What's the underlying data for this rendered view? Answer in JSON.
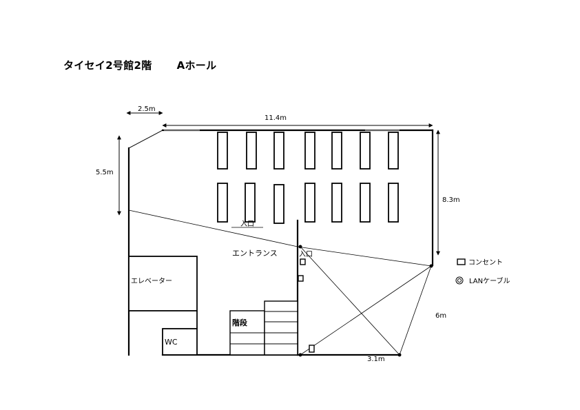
{
  "title": {
    "building": "タイセイ2号館2階",
    "hall": "Aホール"
  },
  "dimensions": {
    "top_left_width": "2.5m",
    "top_width": "11.4m",
    "left_height": "5.5m",
    "right_height": "8.3m",
    "diagonal_side": "6m",
    "bottom_right": "3.1m"
  },
  "rooms": {
    "entrance": "エントランス",
    "elevator": "エレベーター",
    "stairs": "階段",
    "wc": "WC"
  },
  "entrances": {
    "lower_left": "入口",
    "side": "入口"
  },
  "legend": {
    "outlet": "コンセント",
    "lan": "LANケーブル"
  }
}
